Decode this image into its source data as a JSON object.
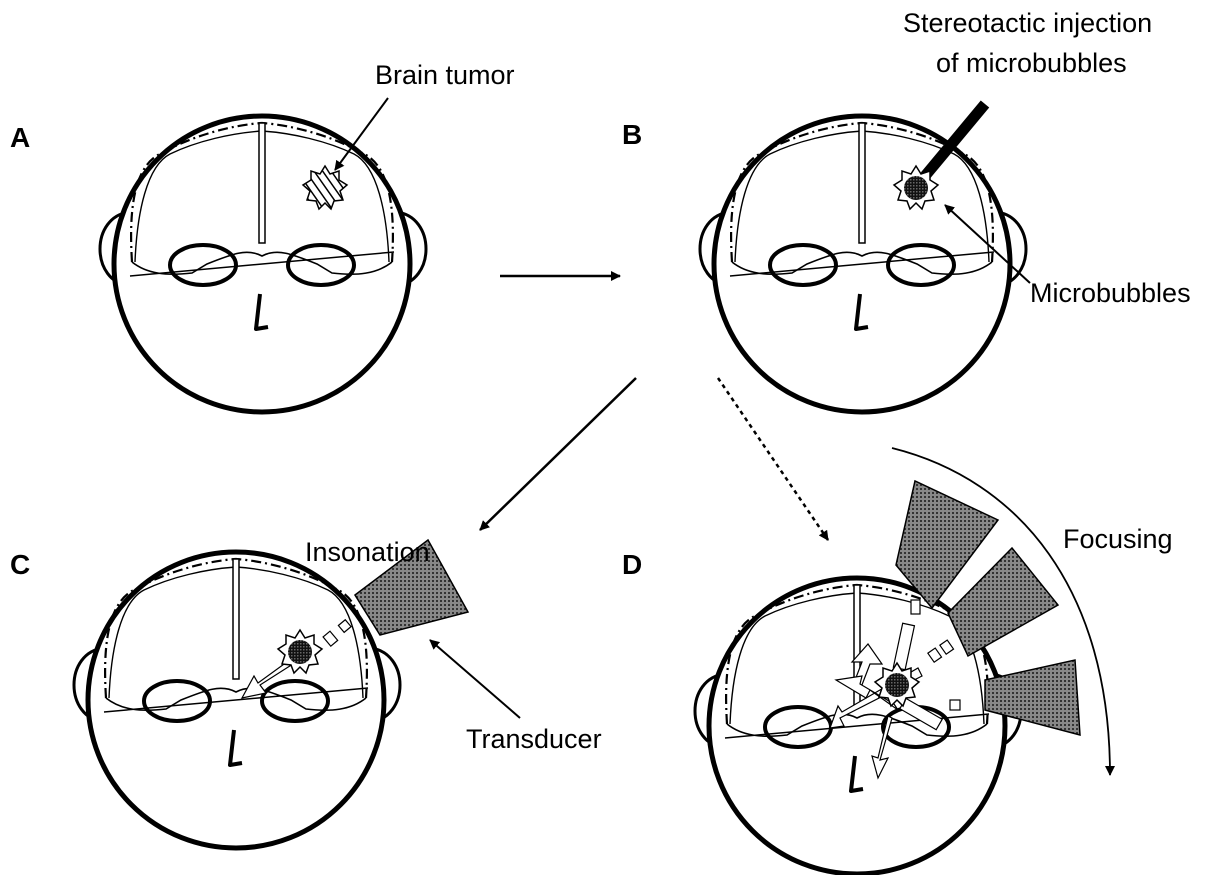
{
  "panels": {
    "a": {
      "letter": "A"
    },
    "b": {
      "letter": "B"
    },
    "c": {
      "letter": "C"
    },
    "d": {
      "letter": "D"
    }
  },
  "labels": {
    "brain_tumor": "Brain tumor",
    "injection_line1": "Stereotactic injection",
    "injection_line2": "of microbubbles",
    "microbubbles": "Microbubbles",
    "insonation": "Insonation",
    "transducer": "Transducer",
    "focusing": "Focusing"
  }
}
